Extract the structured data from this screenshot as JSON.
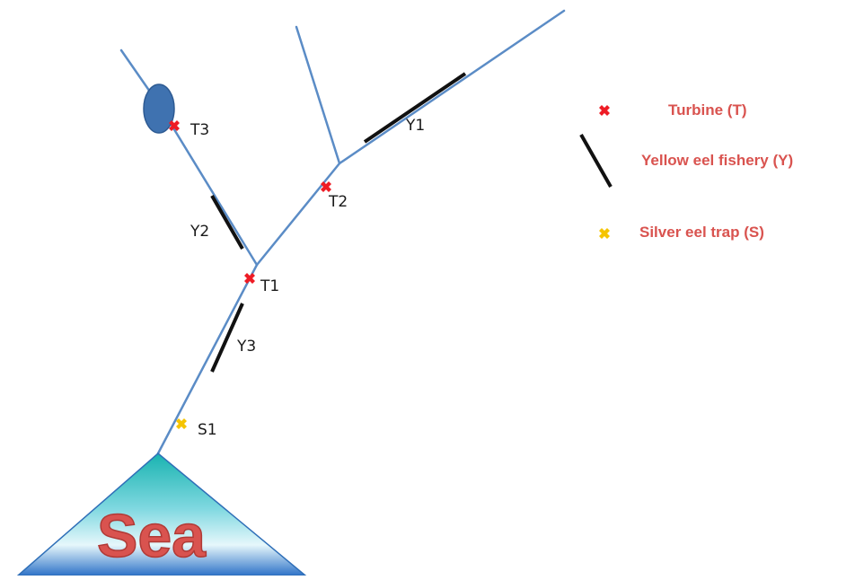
{
  "colors": {
    "river": "#5b8cc6",
    "fishery": "#111111",
    "turbine": "#ee1c25",
    "trap": "#f5c400",
    "lake": "#3f72b0",
    "legend_text": "#d9534f"
  },
  "nodes": {
    "t1": "T1",
    "t2": "T2",
    "t3": "T3",
    "s1": "S1",
    "y1": "Y1",
    "y2": "Y2",
    "y3": "Y3"
  },
  "legend": {
    "turbine": "Turbine (T)",
    "fishery": "Yellow eel fishery (Y)",
    "trap": "Silver eel trap (S)"
  },
  "sea": {
    "label": "Sea"
  }
}
